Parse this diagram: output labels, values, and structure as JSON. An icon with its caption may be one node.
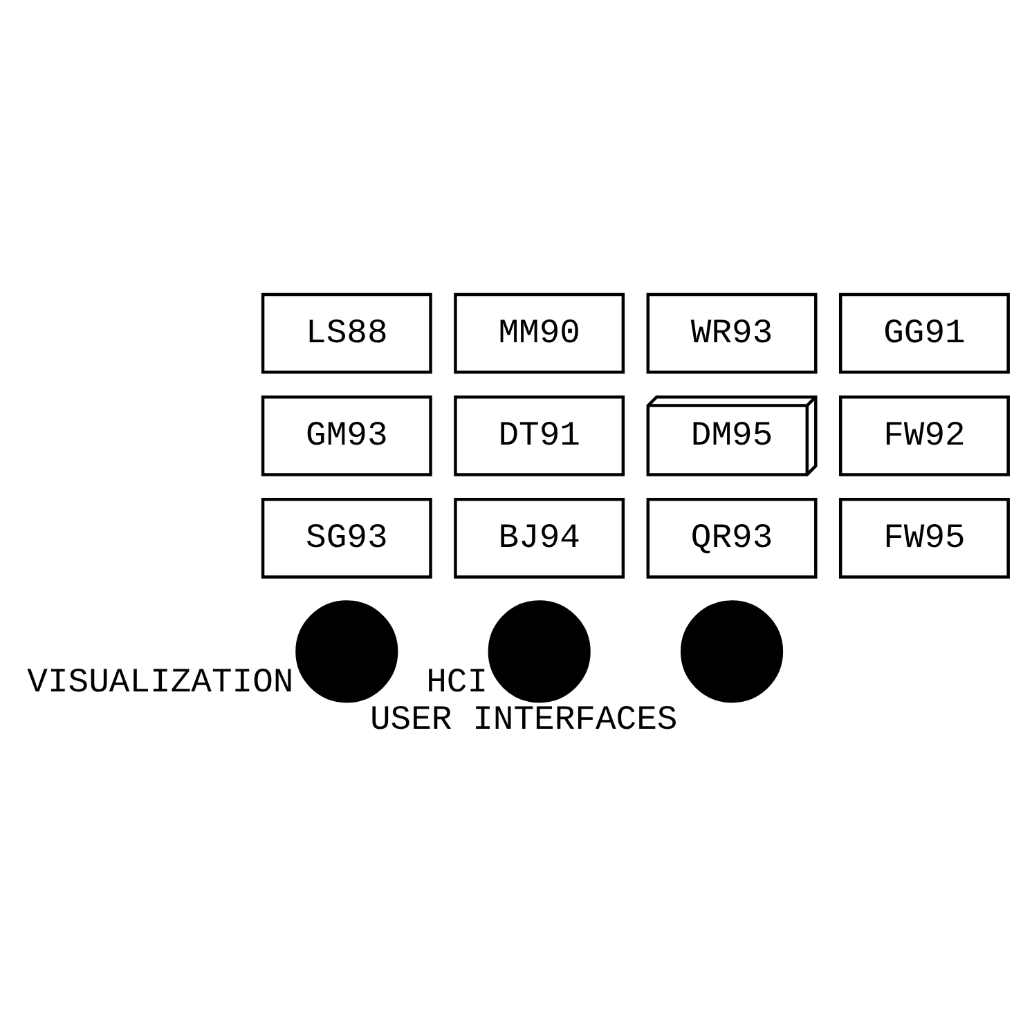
{
  "diagram": {
    "nodes": [
      {
        "text": [],
        "shape": "circle",
        "beside": [
          "VISUALIZATION"
        ]
      },
      {
        "text": [
          "LS88"
        ]
      },
      {
        "text": [
          "MM90"
        ]
      },
      {
        "text": [
          "WR93"
        ]
      },
      {
        "text": [
          "GG91"
        ]
      },
      {
        "text": [
          "GM93"
        ]
      },
      {
        "text": [],
        "shape": "circle",
        "beside": [
          "HCI"
        ]
      },
      {
        "text": [
          "DT91"
        ]
      },
      {
        "text": [
          "DM95"
        ]
      },
      {
        "text": [
          "FW92"
        ]
      },
      {
        "text": [
          "SG93"
        ]
      },
      {
        "text": [
          "BJ94"
        ]
      },
      {
        "text": [
          "QR93"
        ]
      },
      {
        "text": [
          "FW95"
        ]
      },
      {
        "text": [],
        "shape": "circle",
        "beside": [
          "USER INTERFACES"
        ]
      }
    ],
    "edges": []
  }
}
